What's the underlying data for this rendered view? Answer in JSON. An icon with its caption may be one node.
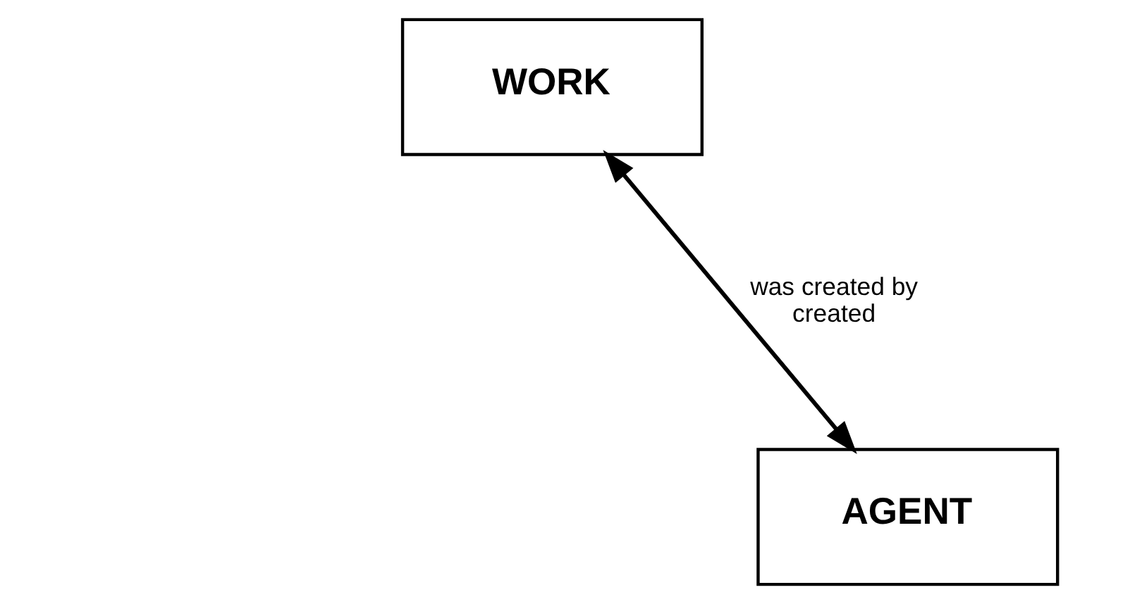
{
  "diagram": {
    "nodes": [
      {
        "text": [
          "WORK"
        ]
      },
      {
        "text": [
          "AGENT"
        ]
      }
    ],
    "edges": [
      {
        "from": 0,
        "to": 1,
        "arrow": "both",
        "label": "was created by created"
      }
    ]
  }
}
